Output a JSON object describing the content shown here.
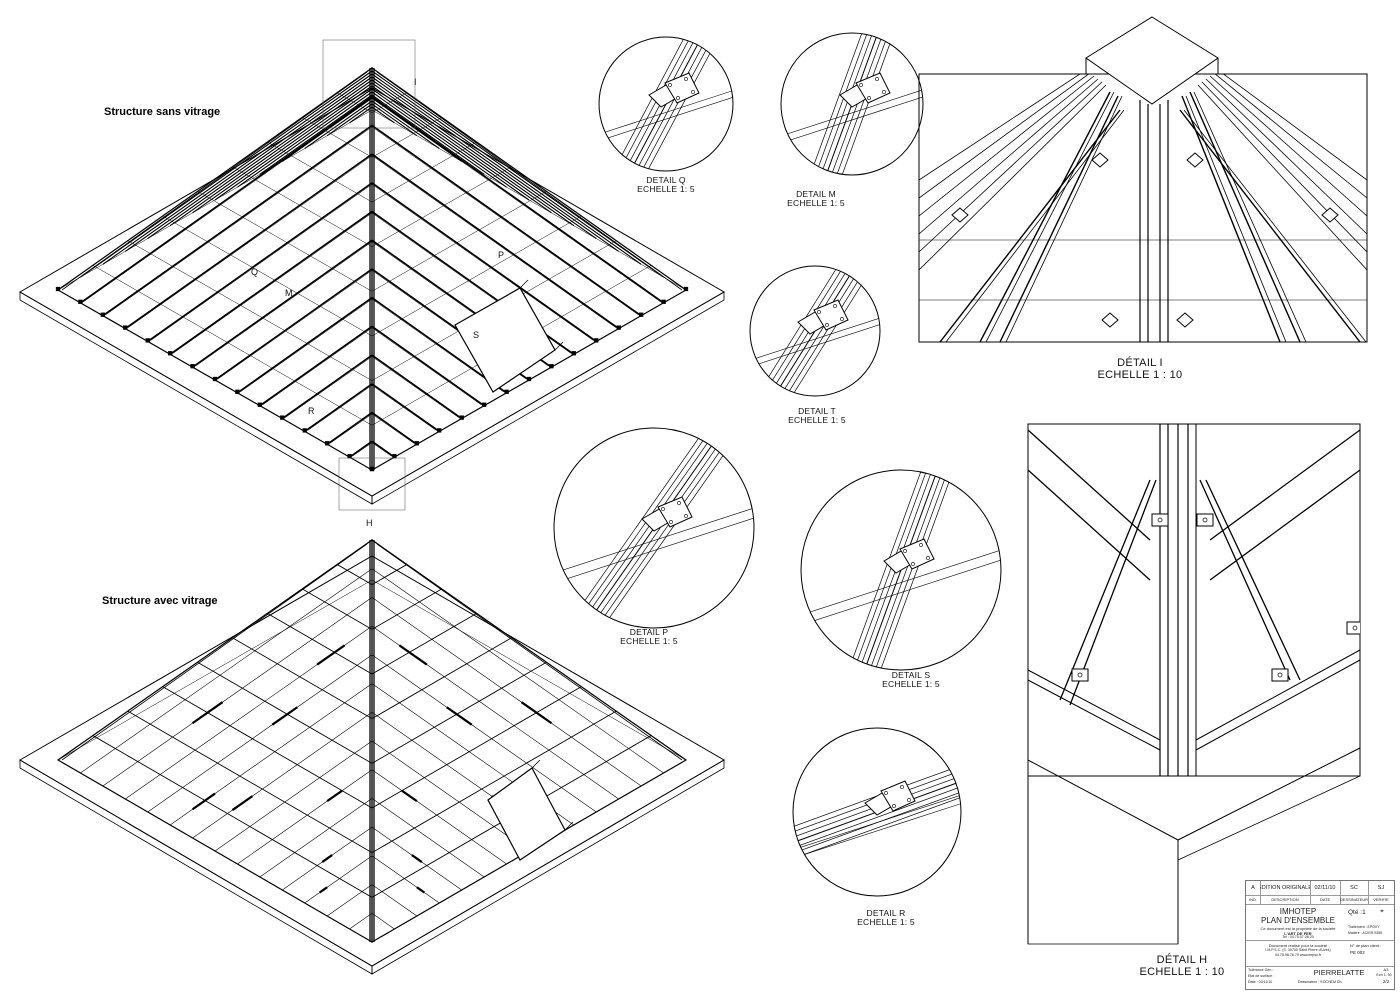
{
  "headings": {
    "top": "Structure sans vitrage",
    "bottom": "Structure avec vitrage"
  },
  "markers": {
    "I": "I",
    "H": "H",
    "Q": "Q",
    "M": "M",
    "P": "P",
    "S": "S",
    "R": "R"
  },
  "details": {
    "Q": {
      "title": "DETAIL Q",
      "scale": "ECHELLE 1: 5"
    },
    "M": {
      "title": "DETAIL M",
      "scale": "ECHELLE 1: 5"
    },
    "T": {
      "title": "DETAIL T",
      "scale": "ECHELLE 1: 5"
    },
    "P": {
      "title": "DETAIL P",
      "scale": "ECHELLE 1: 5"
    },
    "S": {
      "title": "DETAIL S",
      "scale": "ECHELLE 1: 5"
    },
    "R": {
      "title": "DETAIL R",
      "scale": "ECHELLE 1: 5"
    },
    "I": {
      "title": "DÉTAIL I",
      "scale": "ECHELLE 1 : 10"
    },
    "H": {
      "title": "DÉTAIL H",
      "scale": "ECHELLE 1 : 10"
    }
  },
  "title_block": {
    "rev_index": "A",
    "rev_desc": "EDITION ORIGINALE",
    "rev_date": "02/11/10",
    "rev_by": "SC",
    "rev_check": "SJ",
    "hdr_ind": "IND.",
    "hdr_desc": "DESCRIPTION",
    "hdr_date": "DATE",
    "hdr_by": "DESSINATEUR",
    "hdr_check": "VERIFIE",
    "project": "IMHOTEP",
    "drawing": "PLAN D'ENSEMBLE",
    "qty": "Qté :1",
    "treatment": "Traitement : EPOXY",
    "material": "Matière : ACIER S355",
    "owner_line": "Ce document est la propriété de la société",
    "owner": "L'ART DE FER",
    "owner_tel": "Tel : 04.75.07.08.20",
    "made_for": "Document réalisé pour la société",
    "made_for_name": "I.M.P.S.C. (S. 30700 Saint Pierre d'Uzès)",
    "made_for_web": "04.75.98.76.79 www.impsc.fr",
    "client_no": "N° de plan client :",
    "plan_no": "PE 002",
    "tol_gen": "Tolérance Gén :",
    "surface": "Etat de surface :",
    "date_label": "Date : 02/11/10",
    "designer": "Dessinateur : SOCHEM Ch.",
    "site": "PIERRELATTE",
    "format": "A3",
    "scale": "Ech 1: 50",
    "sheet": "2/2"
  }
}
